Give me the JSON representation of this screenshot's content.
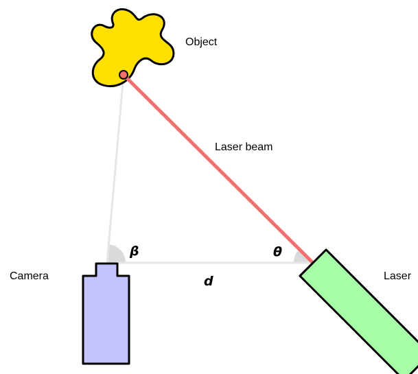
{
  "labels": {
    "object": "Object",
    "laser_beam": "Laser beam",
    "camera": "Camera",
    "laser": "Laser"
  },
  "symbols": {
    "beta": "β",
    "theta": "θ",
    "distance": "d"
  },
  "colors": {
    "object_fill": "#FFE000",
    "laser_beam": "#F26F6F",
    "laser_dot": "#F26F6F",
    "camera_fill": "#C3C3FF",
    "laser_body_fill": "#A6FFA6",
    "sight_line": "#E6E6E6",
    "angle_wedge": "#DADADA",
    "outline": "#000000"
  }
}
